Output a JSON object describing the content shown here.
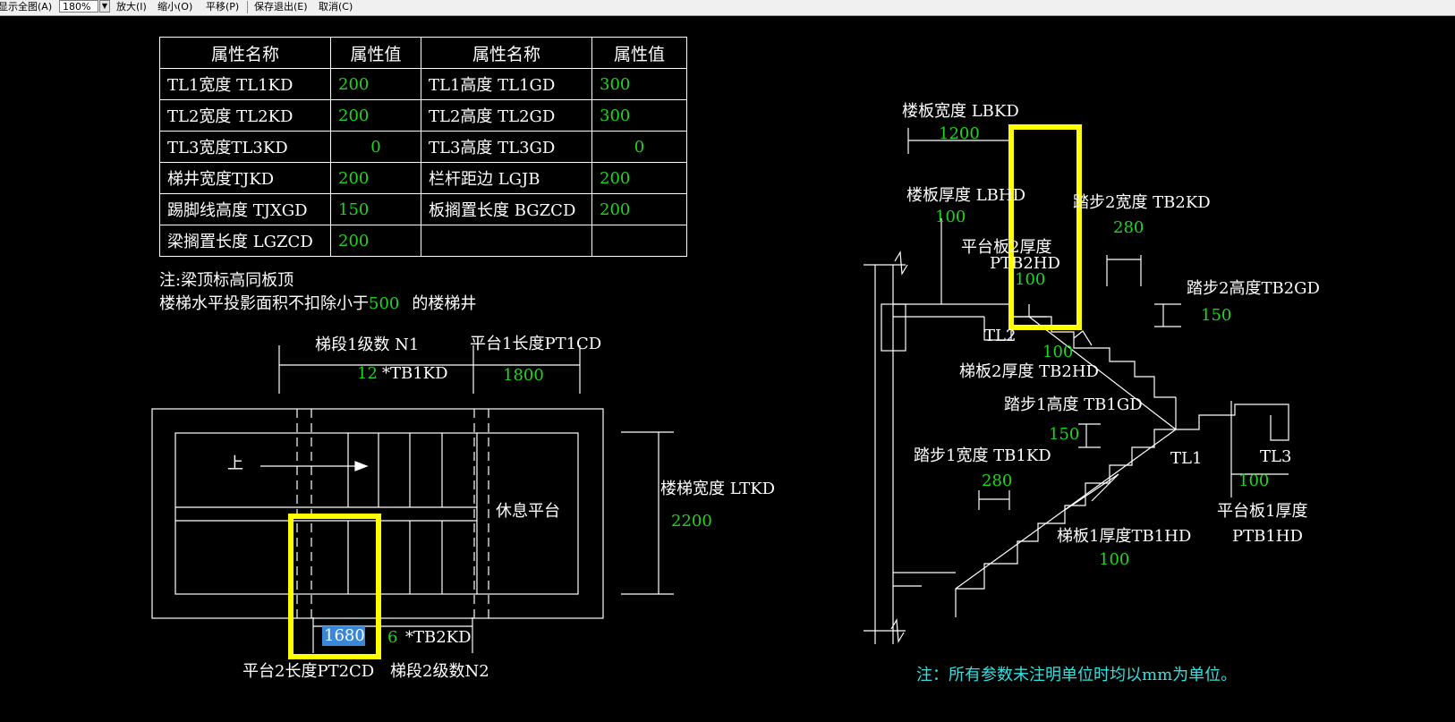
{
  "toolbar": {
    "show_all": "显示全图(A)",
    "zoom_value": "180%",
    "zoom_in": "放大(I)",
    "zoom_out": "缩小(O)",
    "pan": "平移(P)",
    "save_exit": "保存退出(E)",
    "cancel": "取消(C)"
  },
  "table": {
    "headers": [
      "属性名称",
      "属性值",
      "属性名称",
      "属性值"
    ],
    "rows": [
      [
        "TL1宽度 TL1KD",
        "200",
        "TL1高度 TL1GD",
        "300"
      ],
      [
        "TL2宽度 TL2KD",
        "200",
        "TL2高度 TL2GD",
        "300"
      ],
      [
        "TL3宽度TL3KD",
        "0",
        "TL3高度 TL3GD",
        "0"
      ],
      [
        "梯井宽度TJKD",
        "200",
        "栏杆距边 LGJB",
        "200"
      ],
      [
        "踢脚线高度 TJXGD",
        "150",
        "板搁置长度 BGZCD",
        "200"
      ],
      [
        "梁搁置长度 LGZCD",
        "200",
        "",
        ""
      ]
    ]
  },
  "notes": {
    "line1": "注:梁顶标高同板顶",
    "line2_pre": "楼梯水平投影面积不扣除小于",
    "line2_val": "500",
    "line2_post": "的楼梯井"
  },
  "plan": {
    "n1_label": "梯段1级数 N1",
    "n1_value": "12",
    "tb1kd": "*TB1KD",
    "pt1cd_label": "平台1长度PT1CD",
    "pt1cd_value": "1800",
    "up_label": "上",
    "rest_label": "休息平台",
    "ltkd_label": "楼梯宽度 LTKD",
    "ltkd_value": "2200",
    "pt2cd_input": "1680",
    "n2_value": "6",
    "tb2kd": "*TB2KD",
    "pt2cd_label": "平台2长度PT2CD",
    "n2_label": "梯段2级数N2"
  },
  "section": {
    "lbkd_label": "楼板宽度 LBKD",
    "lbkd_value": "1200",
    "lbhd_label": "楼板厚度 LBHD",
    "lbhd_value": "100",
    "tb2kd_label": "踏步2宽度 TB2KD",
    "tb2kd_value": "280",
    "ptb2hd_label1": "平台板2厚度",
    "ptb2hd_label2": "PTB2HD",
    "ptb2hd_value": "100",
    "tb2gd_label": "踏步2高度TB2GD",
    "tb2gd_value": "150",
    "tl2_label": "TL2",
    "tb2hd_value": "100",
    "tb2hd_label": "梯板2厚度 TB2HD",
    "tb1gd_label": "踏步1高度 TB1GD",
    "tb1gd_value": "150",
    "tb1kd_label": "踏步1宽度 TB1KD",
    "tb1kd_value": "280",
    "tl1_label": "TL1",
    "tl3_label": "TL3",
    "ptb1_value": "100",
    "ptb1_label1": "平台板1厚度",
    "ptb1_label2": "PTB1HD",
    "tb1hd_label": "梯板1厚度TB1HD",
    "tb1hd_value": "100"
  },
  "footer_note": "注：所有参数未注明单位时均以mm为单位。",
  "colors": {
    "value_green": "#1fd51f",
    "highlight_yellow": "#ffff00",
    "note_cyan": "#33e0e0",
    "selection_blue": "#3a86d8"
  }
}
